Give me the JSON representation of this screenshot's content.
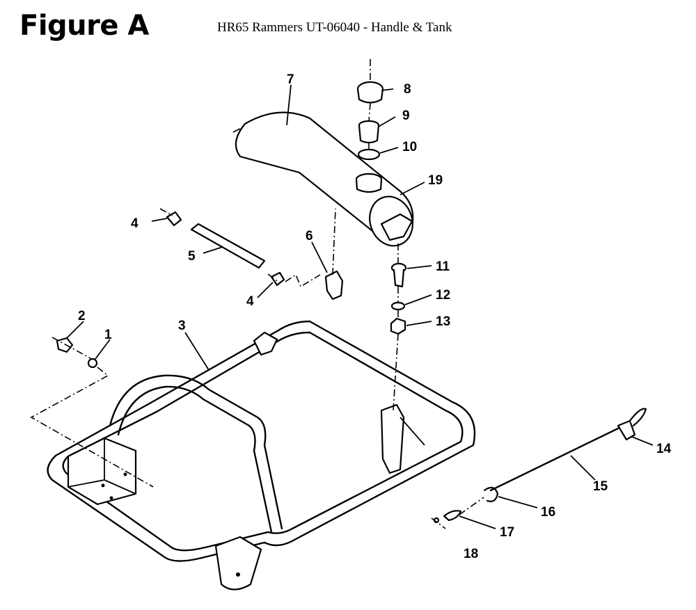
{
  "figure_label": "Figure A",
  "title": "HR65 Rammers UT-06040 - Handle & Tank",
  "callouts": [
    "1",
    "2",
    "3",
    "4",
    "4",
    "5",
    "6",
    "7",
    "8",
    "9",
    "10",
    "11",
    "12",
    "13",
    "14",
    "15",
    "16",
    "17",
    "18",
    "19"
  ]
}
